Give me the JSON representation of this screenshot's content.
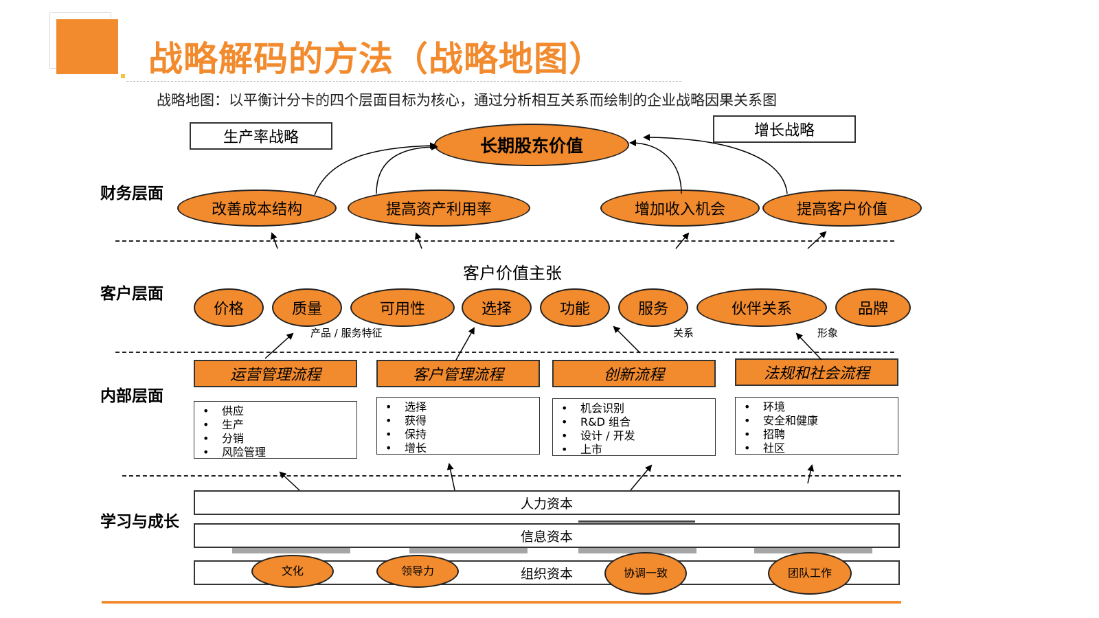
{
  "title": "战略解码的方法（战略地图）",
  "subtitle": "战略地图：以平衡计分卡的四个层面目标为核心，通过分析相互关系而绘制的企业战略因果关系图",
  "strategies": {
    "left": "生产率战略",
    "right": "增长战略"
  },
  "layers": {
    "financial": "财务层面",
    "customer": "客户层面",
    "internal": "内部层面",
    "learning": "学习与成长"
  },
  "financial": {
    "top_goal": "长期股东价值",
    "goals": [
      "改善成本结构",
      "提高资产利用率",
      "增加收入机会",
      "提高客户价值"
    ]
  },
  "customer": {
    "heading": "客户价值主张",
    "items": [
      "价格",
      "质量",
      "可用性",
      "选择",
      "功能",
      "服务",
      "伙伴关系",
      "品牌"
    ],
    "notes": {
      "product": "产品 / 服务特征",
      "relation": "关系",
      "image": "形象"
    }
  },
  "internal": {
    "processes": [
      {
        "name": "运营管理流程",
        "items": [
          "供应",
          "生产",
          "分销",
          "风险管理"
        ]
      },
      {
        "name": "客户管理流程",
        "items": [
          "选择",
          "获得",
          "保持",
          "增长"
        ]
      },
      {
        "name": "创新流程",
        "items": [
          "机会识别",
          "R&D 组合",
          "设计 / 开发",
          "上市"
        ]
      },
      {
        "name": "法规和社会流程",
        "items": [
          "环境",
          "安全和健康",
          "招聘",
          "社区"
        ]
      }
    ]
  },
  "learning": {
    "capitals": [
      "人力资本",
      "信息资本",
      "组织资本"
    ],
    "culture_items": [
      "文化",
      "领导力",
      "协调一致",
      "团队工作"
    ]
  },
  "colors": {
    "accent": "#f28a2e",
    "corner": "#f5c242"
  }
}
